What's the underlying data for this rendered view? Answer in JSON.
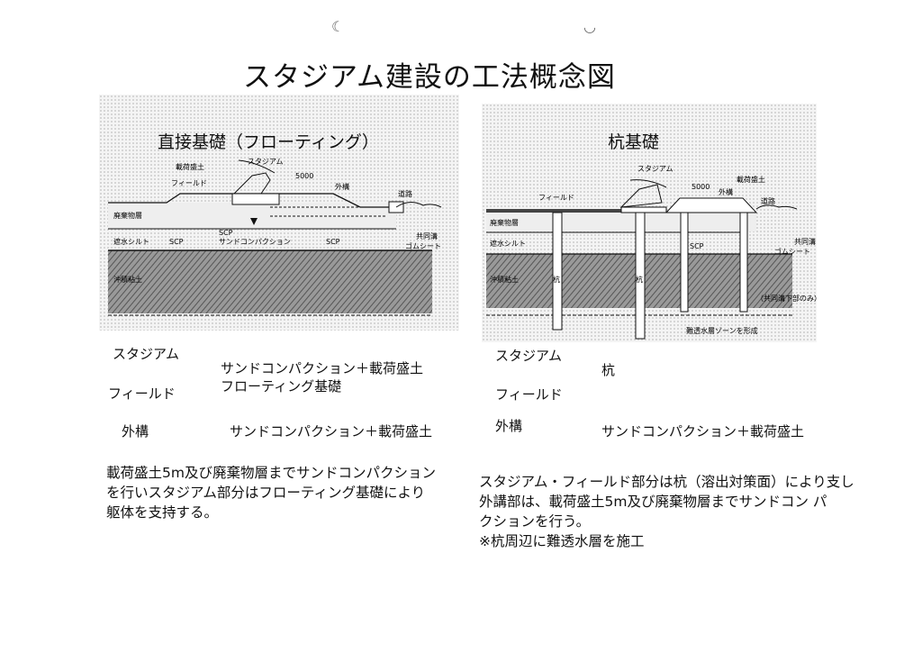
{
  "title": "スタジアム建設の工法概念図",
  "left": {
    "heading": "直接基礎（フローティング）",
    "diagram_labels": {
      "stadium": "スタジアム",
      "surcharge": "載荷盛土",
      "field": "フィールド",
      "dim": "5000",
      "exterior": "外構",
      "road": "道路",
      "waste": "廃棄物層",
      "silt": "遮水シルト",
      "clay": "沖積粘土",
      "scp1": "SCP",
      "scp2": "SCP",
      "scp3": "SCP",
      "sand": "サンドコンパクション",
      "duct": "共同溝",
      "rubber": "ゴムシート"
    },
    "rows": [
      {
        "label": "スタジアム",
        "method": "サンドコンパクション＋載荷盛土"
      },
      {
        "label": "フィールド",
        "method": "フローティング基礎"
      },
      {
        "label": "外構",
        "method": "サンドコンパクション＋載荷盛土"
      }
    ],
    "paragraph": [
      "載荷盛土5m及び廃棄物層までサンドコンパクション",
      "を行いスタジアム部分はフローティング基礎により",
      "躯体を支持する。"
    ]
  },
  "right": {
    "heading": "杭基礎",
    "diagram_labels": {
      "stadium": "スタジアム",
      "surcharge": "載荷盛土",
      "field": "フィールド",
      "dim": "5000",
      "exterior": "外構",
      "road": "道路",
      "waste": "廃棄物層",
      "silt": "遮水シルト",
      "clay": "沖積粘土",
      "pile1": "杭",
      "pile2": "杭",
      "scp": "SCP",
      "duct": "共同溝",
      "rubber": "ゴムシート",
      "duct_note": "（共同溝下部のみ）",
      "zone": "難透水層ゾーンを形成"
    },
    "rows": [
      {
        "label": "スタジアム",
        "method": "杭"
      },
      {
        "label": "フィールド",
        "method": ""
      },
      {
        "label": "外構",
        "method": "サンドコンパクション＋載荷盛土"
      }
    ],
    "paragraph": [
      "スタジアム・フィールド部分は杭（溶出対策面）により支し",
      "外講部は、載荷盛土5m及び廃棄物層までサンドコン パ",
      "クションを行う。",
      "※杭周辺に難透水層を施工"
    ]
  }
}
